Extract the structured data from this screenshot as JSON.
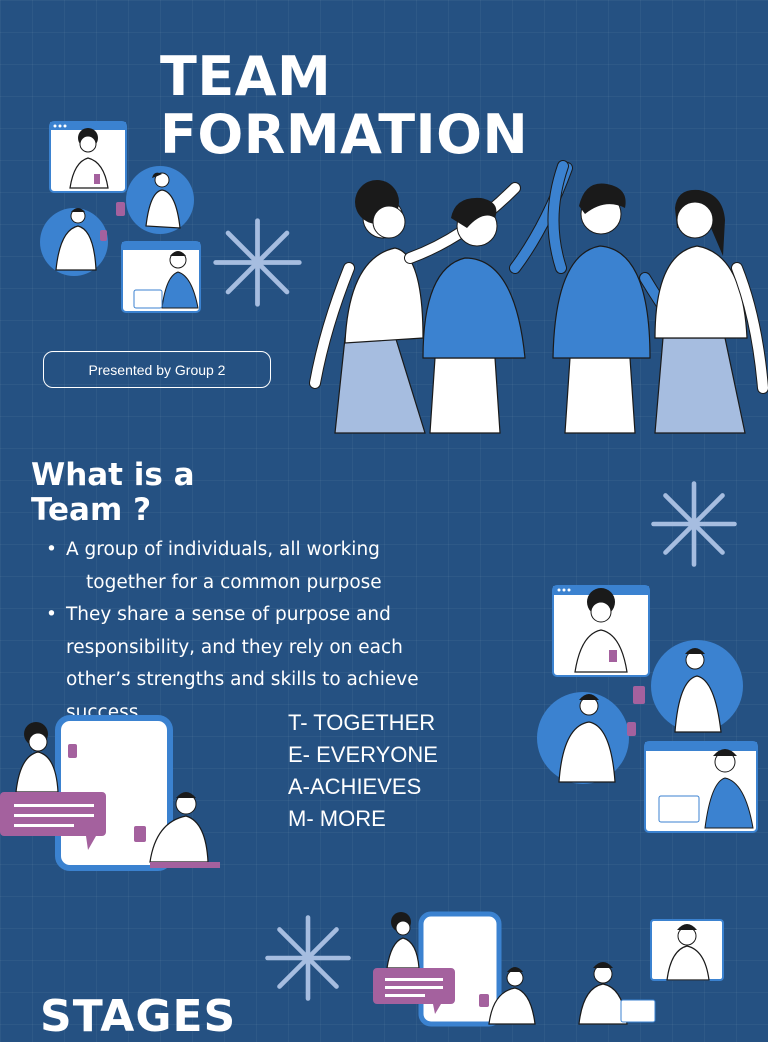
{
  "slide": {
    "title_line1": "TEAM",
    "title_line2": "FORMATION",
    "presented_by": "Presented by Group 2"
  },
  "team_section": {
    "heading_line1": "What is a",
    "heading_line2": "Team ?",
    "bullet1_line1": "A group of individuals, all working",
    "bullet1_line2": "together for a common purpose",
    "bullet2": "They share a sense of purpose and responsibility, and they rely on each other’s strengths and skills to achieve success"
  },
  "acronym": [
    "T- TOGETHER",
    "E- EVERYONE",
    "A-ACHIEVES",
    "M- MORE"
  ],
  "stages_section": {
    "heading": "STAGES"
  },
  "colors": {
    "background": "#255182",
    "accent_blue": "#3b82d0",
    "light_blue": "#a6bde0",
    "purple": "#a4619e",
    "dark": "#1a1a1a"
  },
  "icons": [
    "asterisk-sparkle-icon",
    "chat-bubble-icon",
    "laptop-icon",
    "phone-icon"
  ]
}
